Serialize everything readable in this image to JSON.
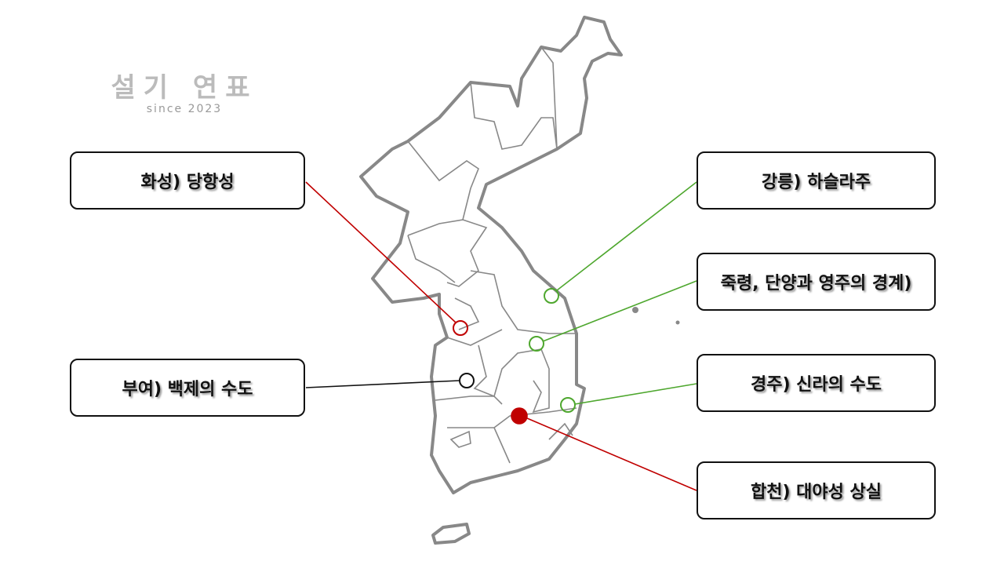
{
  "logo": {
    "title": "설기 연표",
    "subtitle": "since 2023"
  },
  "labels": {
    "hwaseong": "화성) 당항성",
    "buyeo": "부여) 백제의 수도",
    "gangneung": "강릉) 하슬라주",
    "jukryeong": "죽령, 단양과 영주의 경계)",
    "gyeongju": "경주) 신라의 수도",
    "hapcheon": "합천) 대야성 상실"
  },
  "colors": {
    "red": "#c00000",
    "green": "#4ea72e",
    "black": "#111111",
    "map": "#888888"
  }
}
